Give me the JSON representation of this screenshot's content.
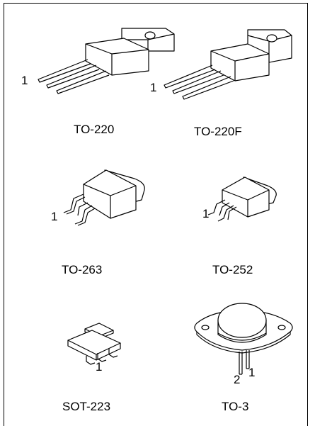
{
  "packages": [
    {
      "name": "TO-220",
      "pin_labels": [
        "1"
      ]
    },
    {
      "name": "TO-220F",
      "pin_labels": [
        "1"
      ]
    },
    {
      "name": "TO-263",
      "pin_labels": [
        "1"
      ]
    },
    {
      "name": "TO-252",
      "pin_labels": [
        "1"
      ]
    },
    {
      "name": "SOT-223",
      "pin_labels": [
        "1"
      ]
    },
    {
      "name": "TO-3",
      "pin_labels": [
        "2",
        "1"
      ]
    }
  ]
}
